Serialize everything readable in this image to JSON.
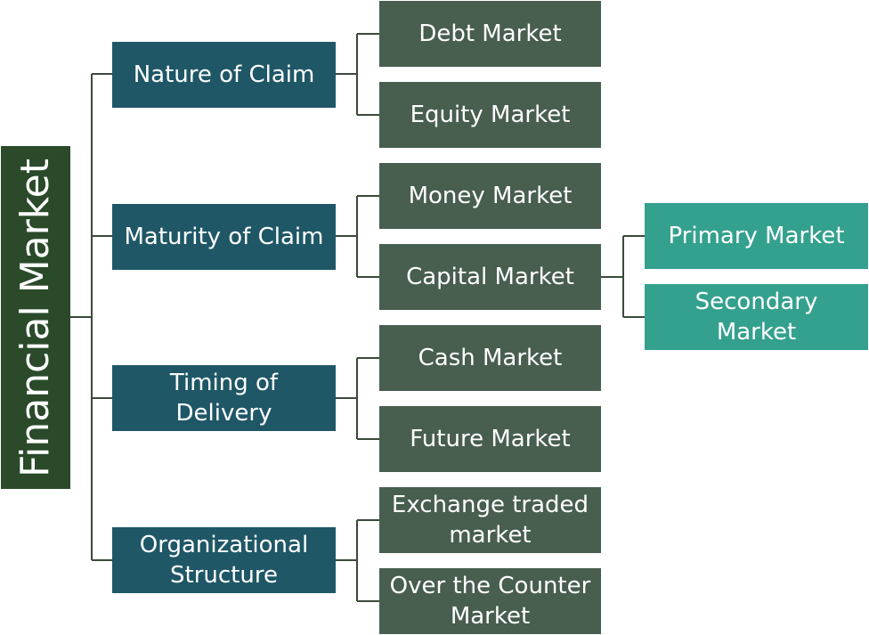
{
  "root": {
    "label": "Financial Market"
  },
  "categories": [
    {
      "label": [
        "Nature of Claim"
      ],
      "children": [
        {
          "label": [
            "Debt Market"
          ]
        },
        {
          "label": [
            "Equity Market"
          ]
        }
      ]
    },
    {
      "label": [
        "Maturity of Claim"
      ],
      "children": [
        {
          "label": [
            "Money Market"
          ]
        },
        {
          "label": [
            "Capital Market"
          ],
          "children": [
            {
              "label": [
                "Primary Market"
              ]
            },
            {
              "label": [
                "Secondary",
                "Market"
              ]
            }
          ]
        }
      ]
    },
    {
      "label": [
        "Timing of",
        "Delivery"
      ],
      "children": [
        {
          "label": [
            "Cash Market"
          ]
        },
        {
          "label": [
            "Future Market"
          ]
        }
      ]
    },
    {
      "label": [
        "Organizational",
        "Structure"
      ],
      "children": [
        {
          "label": [
            "Exchange traded",
            "market"
          ]
        },
        {
          "label": [
            "Over the Counter",
            "Market"
          ]
        }
      ]
    }
  ],
  "colors": {
    "root": "#2a4a2a",
    "category": "#1f5767",
    "leaf": "#485e4f",
    "sub": "#34a18e",
    "connector": "#3a4a3a"
  }
}
